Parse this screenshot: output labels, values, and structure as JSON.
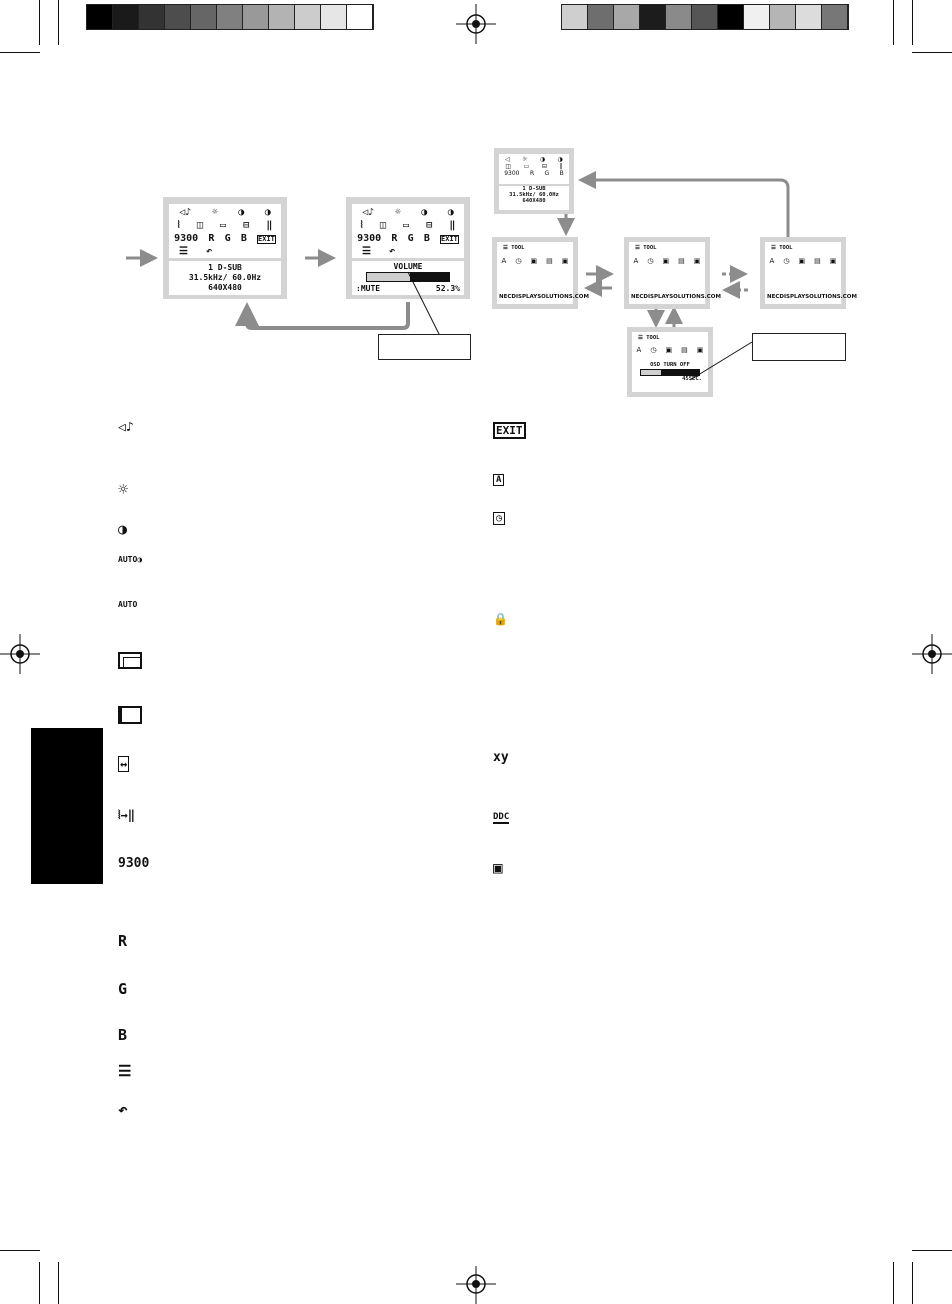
{
  "colors": {
    "osd_frame": "#d4d4d4",
    "arrow": "#8c8c8c",
    "tab": "#000000"
  },
  "print_bars": {
    "left": [
      "#000000",
      "#1a1a1a",
      "#333333",
      "#4d4d4d",
      "#666666",
      "#808080",
      "#999999",
      "#b3b3b3",
      "#cccccc",
      "#e6e6e6",
      "#ffffff"
    ],
    "right": [
      "#cfcfcf",
      "#6e6e6e",
      "#a8a8a8",
      "#1c1c1c",
      "#8a8a8a",
      "#555555",
      "#000000",
      "#f0f0f0",
      "#b5b5b5",
      "#dcdcdc",
      "#777777"
    ]
  },
  "osd_main": {
    "row3": [
      "9300",
      "R",
      "G",
      "B",
      "EXIT"
    ],
    "input": "1 D-SUB",
    "freq": "31.5kHz/ 60.0Hz",
    "res": "640X480"
  },
  "osd_volume": {
    "title": "VOLUME",
    "mute": ":MUTE",
    "percent": "52.3%",
    "fill": 0.52
  },
  "tool_flow": {
    "top": {
      "input": "1 D-SUB",
      "freq": "31.5kHz/ 60.0Hz",
      "res": "640X480"
    },
    "tool_title": "TOOL",
    "url": "NECDISPLAYSOLUTIONS.COM",
    "osd_turn_off": "OSD TURN OFF",
    "seconds": "45SEC.",
    "timer_fill": 0.35
  },
  "legend_left": [
    {
      "icon": "volume-icon",
      "glyph": "◁♪"
    },
    {
      "icon": "brightness-icon",
      "glyph": "☼"
    },
    {
      "icon": "contrast-icon",
      "glyph": "◑"
    },
    {
      "icon": "auto-contrast-icon",
      "glyph": "AUTO◑"
    },
    {
      "icon": "auto-adjust-icon",
      "glyph": "AUTO"
    },
    {
      "icon": "left-right-icon",
      "glyph": ""
    },
    {
      "icon": "down-up-icon",
      "glyph": ""
    },
    {
      "icon": "h-size-icon",
      "glyph": "↔"
    },
    {
      "icon": "fine-icon",
      "glyph": "⦚→‖"
    },
    {
      "icon": "color-9300-icon",
      "glyph": "9300"
    },
    {
      "icon": "red-icon",
      "glyph": "R"
    },
    {
      "icon": "green-icon",
      "glyph": "G"
    },
    {
      "icon": "blue-icon",
      "glyph": "B"
    },
    {
      "icon": "tool-icon",
      "glyph": "☰"
    },
    {
      "icon": "reset-icon",
      "glyph": "↶"
    }
  ],
  "legend_right": [
    {
      "icon": "exit-icon",
      "glyph": "EXIT"
    },
    {
      "icon": "language-icon",
      "glyph": "A"
    },
    {
      "icon": "osd-time-icon",
      "glyph": "◷"
    },
    {
      "icon": "osd-lock-icon",
      "glyph": "🔒"
    },
    {
      "icon": "color-info-icon",
      "glyph": "xy"
    },
    {
      "icon": "ddc-ci-icon",
      "glyph": "DDC"
    },
    {
      "icon": "monitor-info-icon",
      "glyph": "▣"
    }
  ]
}
